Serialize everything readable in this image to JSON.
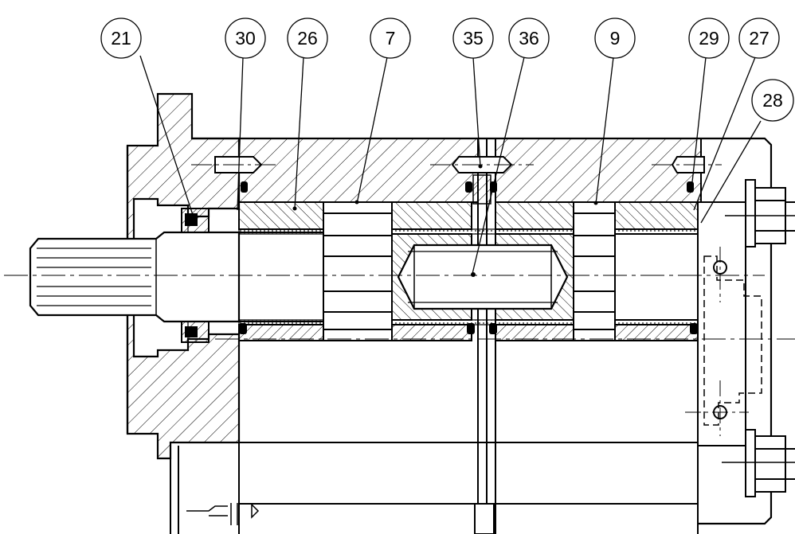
{
  "callouts": [
    {
      "id": "c21",
      "label": "21"
    },
    {
      "id": "c30",
      "label": "30"
    },
    {
      "id": "c26",
      "label": "26"
    },
    {
      "id": "c7",
      "label": "7"
    },
    {
      "id": "c35",
      "label": "35"
    },
    {
      "id": "c36",
      "label": "36"
    },
    {
      "id": "c9",
      "label": "9"
    },
    {
      "id": "c29",
      "label": "29"
    },
    {
      "id": "c27",
      "label": "27"
    },
    {
      "id": "c28",
      "label": "28"
    }
  ]
}
